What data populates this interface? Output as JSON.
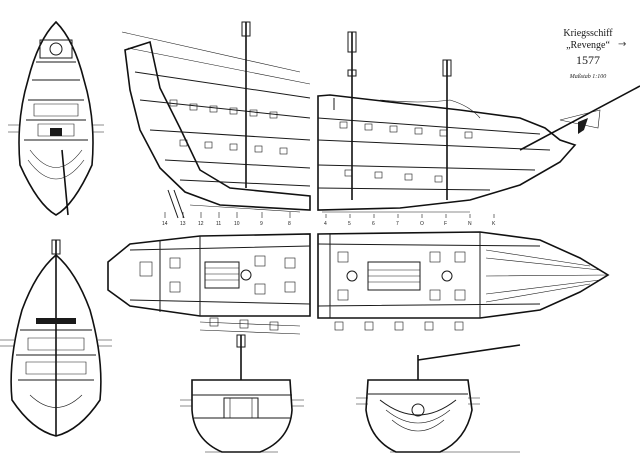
{
  "title": {
    "line1": "Kriegsschiff",
    "line2": "„Revenge“",
    "year": "1577",
    "scale": "Maßstab 1:100"
  },
  "frame_numbers_aft": [
    "14",
    "13",
    "12",
    "11",
    "10",
    "9",
    "8"
  ],
  "frame_numbers_fore": [
    "4",
    "5",
    "6",
    "7",
    "O",
    "F",
    "N",
    "K"
  ],
  "colors": {
    "ink": "#1a1a1a",
    "paper": "#ffffff"
  }
}
